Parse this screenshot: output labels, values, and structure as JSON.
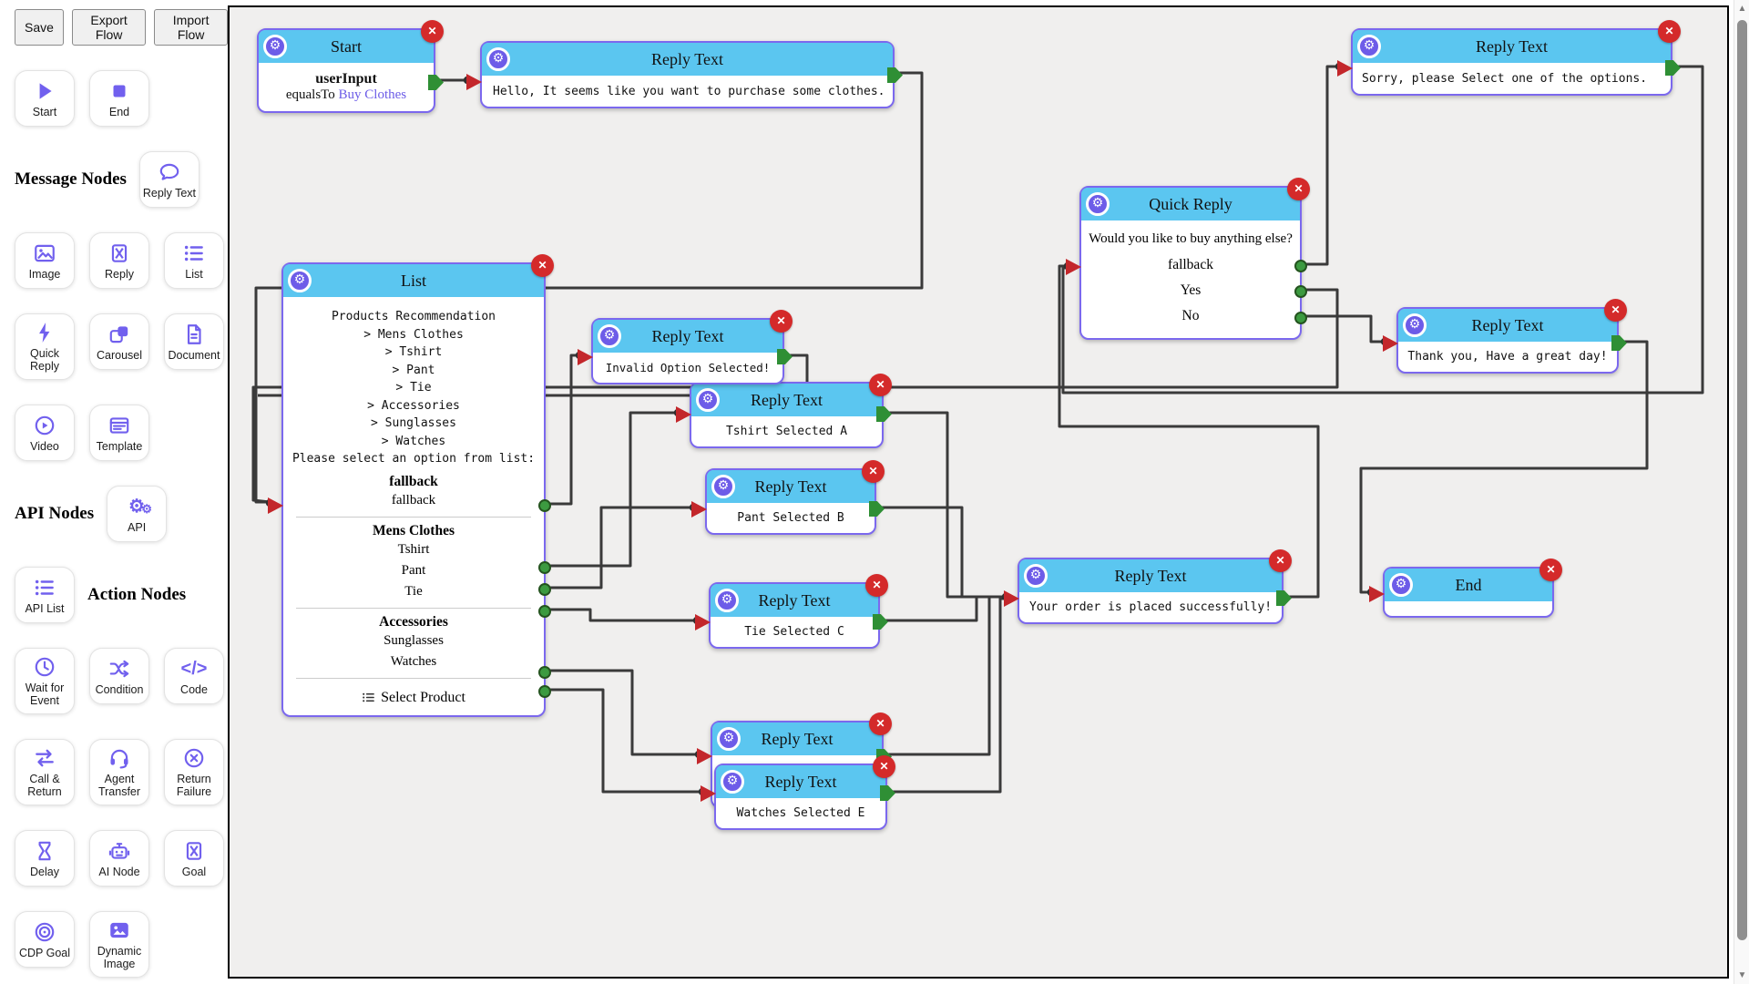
{
  "toolbar": {
    "save": "Save",
    "export_flow": "Export Flow",
    "import_flow": "Import Flow"
  },
  "sidebar": {
    "headings": {
      "message_nodes": "Message Nodes",
      "api_nodes": "API Nodes",
      "action_nodes": "Action Nodes"
    },
    "palette": [
      {
        "label": "Start",
        "icon": "play-icon"
      },
      {
        "label": "End",
        "icon": "stop-icon"
      },
      {
        "label": "Reply Text",
        "icon": "chat-bubble-icon"
      },
      {
        "label": "Image",
        "icon": "image-icon"
      },
      {
        "label": "Reply",
        "icon": "box-x-icon"
      },
      {
        "label": "List",
        "icon": "list-icon"
      },
      {
        "label": "Quick Reply",
        "icon": "lightning-icon"
      },
      {
        "label": "Carousel",
        "icon": "carousel-icon"
      },
      {
        "label": "Document",
        "icon": "document-icon"
      },
      {
        "label": "Video",
        "icon": "video-play-icon"
      },
      {
        "label": "Template",
        "icon": "template-icon"
      },
      {
        "label": "API",
        "icon": "gears-icon"
      },
      {
        "label": "API List",
        "icon": "list-icon"
      },
      {
        "label": "Wait for Event",
        "icon": "clock-icon"
      },
      {
        "label": "Condition",
        "icon": "shuffle-icon"
      },
      {
        "label": "Code",
        "icon": "code-icon"
      },
      {
        "label": "Call & Return",
        "icon": "swap-arrows-icon"
      },
      {
        "label": "Agent Transfer",
        "icon": "headset-icon"
      },
      {
        "label": "Return Failure",
        "icon": "circle-x-icon"
      },
      {
        "label": "Delay",
        "icon": "hourglass-icon"
      },
      {
        "label": "AI Node",
        "icon": "robot-icon"
      },
      {
        "label": "Goal",
        "icon": "box-x-icon"
      },
      {
        "label": "CDP Goal",
        "icon": "bullseye-icon"
      },
      {
        "label": "Dynamic Image",
        "icon": "image-filled-icon"
      }
    ]
  },
  "canvas": {
    "nodes": {
      "start": {
        "title": "Start",
        "field": "userInput",
        "operator": "equalsTo",
        "value": "Buy Clothes"
      },
      "hello": {
        "title": "Reply Text",
        "text": "Hello, It seems like you want to purchase some clothes."
      },
      "sorry": {
        "title": "Reply Text",
        "text": "Sorry, please Select one of the options."
      },
      "list": {
        "title": "List",
        "prompt": [
          "Products Recommendation",
          "> Mens Clothes",
          "> Tshirt",
          "> Pant",
          "> Tie",
          "> Accessories",
          "> Sunglasses",
          "> Watches",
          "Please select an option from list:"
        ],
        "sections": [
          {
            "header": "fallback",
            "items": [
              "fallback"
            ]
          },
          {
            "header": "Mens Clothes",
            "items": [
              "Tshirt",
              "Pant",
              "Tie"
            ]
          },
          {
            "header": "Accessories",
            "items": [
              "Sunglasses",
              "Watches"
            ]
          }
        ],
        "footer": "Select Product"
      },
      "invalid": {
        "title": "Reply Text",
        "text": "Invalid Option Selected!"
      },
      "quickreply": {
        "title": "Quick Reply",
        "question": "Would you like to buy anything else?",
        "options": [
          "fallback",
          "Yes",
          "No"
        ]
      },
      "tshirt": {
        "title": "Reply Text",
        "text": "Tshirt Selected A"
      },
      "pant": {
        "title": "Reply Text",
        "text": "Pant Selected B"
      },
      "tie": {
        "title": "Reply Text",
        "text": "Tie Selected C"
      },
      "sunglasses": {
        "title": "Reply Text"
      },
      "watches": {
        "title": "Reply Text",
        "text": "Watches Selected E"
      },
      "order": {
        "title": "Reply Text",
        "text": "Your order is placed successfully!"
      },
      "thankyou": {
        "title": "Reply Text",
        "text": "Thank you, Have a great day!"
      },
      "end": {
        "title": "End"
      }
    },
    "edges": [
      {
        "from": "start",
        "to": "hello"
      },
      {
        "from": "hello",
        "to": "list"
      },
      {
        "from": "list:fallback",
        "to": "invalid"
      },
      {
        "from": "invalid",
        "to": "list"
      },
      {
        "from": "list:Tshirt",
        "to": "tshirt"
      },
      {
        "from": "list:Pant",
        "to": "pant"
      },
      {
        "from": "list:Tie",
        "to": "tie"
      },
      {
        "from": "list:Sunglasses",
        "to": "sunglasses"
      },
      {
        "from": "list:Watches",
        "to": "watches"
      },
      {
        "from": "tshirt",
        "to": "order"
      },
      {
        "from": "pant",
        "to": "order"
      },
      {
        "from": "tie",
        "to": "order"
      },
      {
        "from": "sunglasses",
        "to": "order"
      },
      {
        "from": "watches",
        "to": "order"
      },
      {
        "from": "order",
        "to": "quickreply"
      },
      {
        "from": "quickreply:fallback",
        "to": "sorry"
      },
      {
        "from": "sorry",
        "to": "quickreply"
      },
      {
        "from": "quickreply:Yes",
        "to": "list"
      },
      {
        "from": "quickreply:No",
        "to": "thankyou"
      },
      {
        "from": "thankyou",
        "to": "end"
      }
    ]
  },
  "colors": {
    "header_blue": "#5bc6f0",
    "node_border": "#7b68ee",
    "accent_purple": "#7160ee",
    "close_red": "#d42a2a",
    "handle_green": "#2f8f35",
    "target_red": "#c3272b",
    "edge_dark": "#3a3a3a",
    "link_purple": "#6c5ce7"
  }
}
